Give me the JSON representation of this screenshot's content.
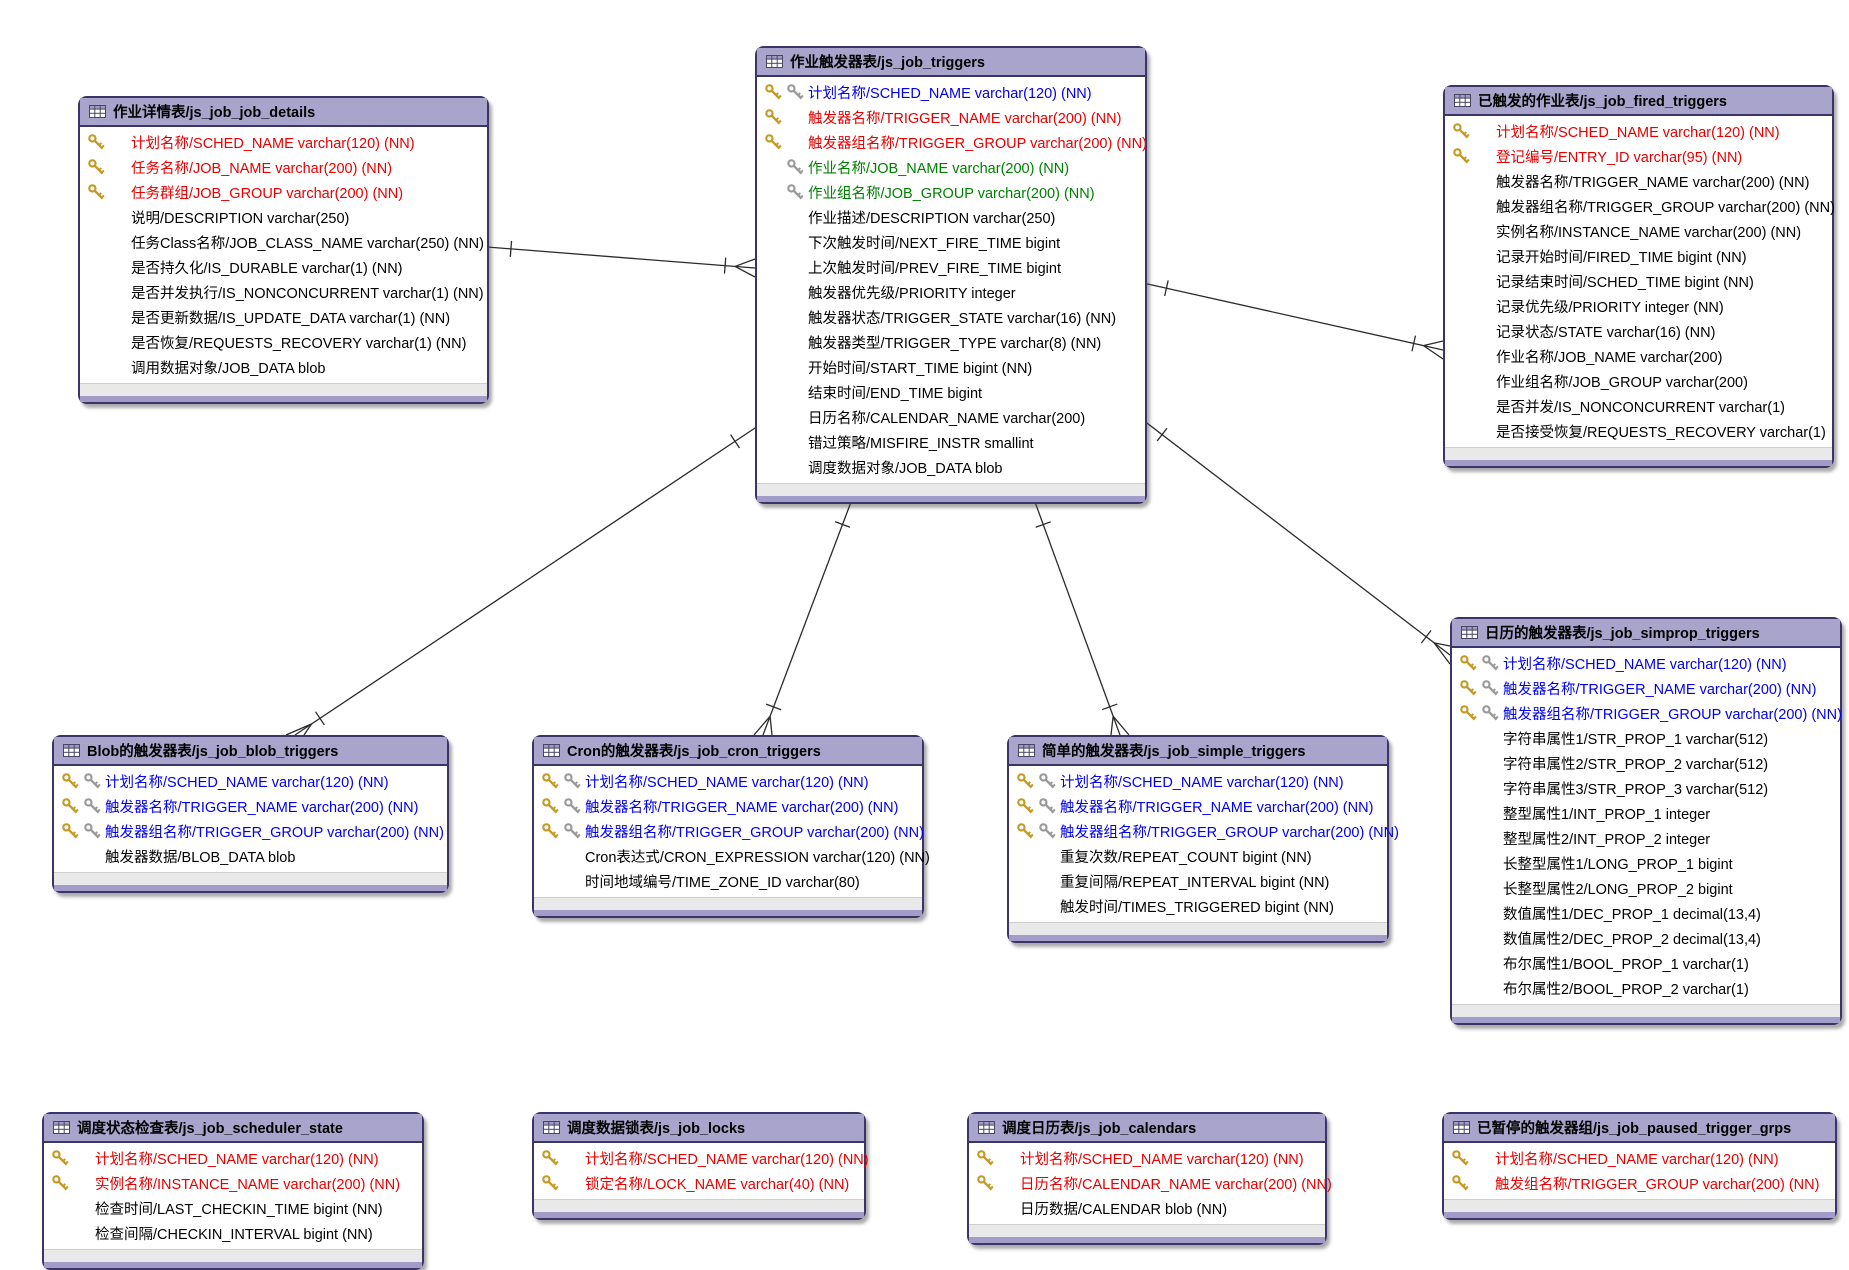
{
  "diagram": {
    "kind": "entity-relationship-diagram",
    "notation": "crows-foot",
    "colors": {
      "background": "#ffffff",
      "table_header_bg": "#a8a4cc",
      "table_border": "#3c3366",
      "table_footer_bg": "#e9e9e9",
      "table_bottom_bar": "#a19dc8",
      "primary_key_text": "#e80000",
      "primary_foreign_key_text": "#0000f0",
      "foreign_key_text": "#008000",
      "column_text": "#000000",
      "gold_key_icon": "#c59a25",
      "gray_key_icon": "#9a9a9a",
      "relationship_line": "#2b2b2b"
    }
  },
  "tables": [
    {
      "title": "作业详情表/js_job_job_details",
      "fields": [
        {
          "text": "计划名称/SCHED_NAME varchar(120) (NN)",
          "color": "red",
          "keys": [
            "gold"
          ]
        },
        {
          "text": "任务名称/JOB_NAME varchar(200) (NN)",
          "color": "red",
          "keys": [
            "gold"
          ]
        },
        {
          "text": "任务群组/JOB_GROUP varchar(200) (NN)",
          "color": "red",
          "keys": [
            "gold"
          ]
        },
        {
          "text": "说明/DESCRIPTION varchar(250)",
          "color": "black",
          "keys": []
        },
        {
          "text": "任务Class名称/JOB_CLASS_NAME varchar(250) (NN)",
          "color": "black",
          "keys": []
        },
        {
          "text": "是否持久化/IS_DURABLE varchar(1) (NN)",
          "color": "black",
          "keys": []
        },
        {
          "text": "是否并发执行/IS_NONCONCURRENT varchar(1) (NN)",
          "color": "black",
          "keys": []
        },
        {
          "text": "是否更新数据/IS_UPDATE_DATA varchar(1) (NN)",
          "color": "black",
          "keys": []
        },
        {
          "text": "是否恢复/REQUESTS_RECOVERY varchar(1) (NN)",
          "color": "black",
          "keys": []
        },
        {
          "text": "调用数据对象/JOB_DATA blob",
          "color": "black",
          "keys": []
        }
      ]
    },
    {
      "title": "作业触发器表/js_job_triggers",
      "fields": [
        {
          "text": "计划名称/SCHED_NAME varchar(120) (NN)",
          "color": "blue",
          "keys": [
            "gold",
            "gray"
          ]
        },
        {
          "text": "触发器名称/TRIGGER_NAME varchar(200) (NN)",
          "color": "red",
          "keys": [
            "gold"
          ]
        },
        {
          "text": "触发器组名称/TRIGGER_GROUP varchar(200) (NN)",
          "color": "red",
          "keys": [
            "gold"
          ]
        },
        {
          "text": "作业名称/JOB_NAME varchar(200) (NN)",
          "color": "green",
          "keys": [
            "",
            "gray"
          ]
        },
        {
          "text": "作业组名称/JOB_GROUP varchar(200) (NN)",
          "color": "green",
          "keys": [
            "",
            "gray"
          ]
        },
        {
          "text": "作业描述/DESCRIPTION varchar(250)",
          "color": "black",
          "keys": []
        },
        {
          "text": "下次触发时间/NEXT_FIRE_TIME bigint",
          "color": "black",
          "keys": []
        },
        {
          "text": "上次触发时间/PREV_FIRE_TIME bigint",
          "color": "black",
          "keys": []
        },
        {
          "text": "触发器优先级/PRIORITY integer",
          "color": "black",
          "keys": []
        },
        {
          "text": "触发器状态/TRIGGER_STATE varchar(16) (NN)",
          "color": "black",
          "keys": []
        },
        {
          "text": "触发器类型/TRIGGER_TYPE varchar(8) (NN)",
          "color": "black",
          "keys": []
        },
        {
          "text": "开始时间/START_TIME bigint (NN)",
          "color": "black",
          "keys": []
        },
        {
          "text": "结束时间/END_TIME bigint",
          "color": "black",
          "keys": []
        },
        {
          "text": "日历名称/CALENDAR_NAME varchar(200)",
          "color": "black",
          "keys": []
        },
        {
          "text": "错过策略/MISFIRE_INSTR smallint",
          "color": "black",
          "keys": []
        },
        {
          "text": "调度数据对象/JOB_DATA blob",
          "color": "black",
          "keys": []
        }
      ]
    },
    {
      "title": "已触发的作业表/js_job_fired_triggers",
      "fields": [
        {
          "text": "计划名称/SCHED_NAME varchar(120) (NN)",
          "color": "red",
          "keys": [
            "gold"
          ]
        },
        {
          "text": "登记编号/ENTRY_ID varchar(95) (NN)",
          "color": "red",
          "keys": [
            "gold"
          ]
        },
        {
          "text": "触发器名称/TRIGGER_NAME varchar(200) (NN)",
          "color": "black",
          "keys": []
        },
        {
          "text": "触发器组名称/TRIGGER_GROUP varchar(200) (NN)",
          "color": "black",
          "keys": []
        },
        {
          "text": "实例名称/INSTANCE_NAME varchar(200) (NN)",
          "color": "black",
          "keys": []
        },
        {
          "text": "记录开始时间/FIRED_TIME bigint (NN)",
          "color": "black",
          "keys": []
        },
        {
          "text": "记录结束时间/SCHED_TIME bigint (NN)",
          "color": "black",
          "keys": []
        },
        {
          "text": "记录优先级/PRIORITY integer (NN)",
          "color": "black",
          "keys": []
        },
        {
          "text": "记录状态/STATE varchar(16) (NN)",
          "color": "black",
          "keys": []
        },
        {
          "text": "作业名称/JOB_NAME varchar(200)",
          "color": "black",
          "keys": []
        },
        {
          "text": "作业组名称/JOB_GROUP varchar(200)",
          "color": "black",
          "keys": []
        },
        {
          "text": "是否并发/IS_NONCONCURRENT varchar(1)",
          "color": "black",
          "keys": []
        },
        {
          "text": "是否接受恢复/REQUESTS_RECOVERY varchar(1)",
          "color": "black",
          "keys": []
        }
      ]
    },
    {
      "title": "日历的触发器表/js_job_simprop_triggers",
      "fields": [
        {
          "text": "计划名称/SCHED_NAME varchar(120) (NN)",
          "color": "blue",
          "keys": [
            "gold",
            "gray"
          ]
        },
        {
          "text": "触发器名称/TRIGGER_NAME varchar(200) (NN)",
          "color": "blue",
          "keys": [
            "gold",
            "gray"
          ]
        },
        {
          "text": "触发器组名称/TRIGGER_GROUP varchar(200) (NN)",
          "color": "blue",
          "keys": [
            "gold",
            "gray"
          ]
        },
        {
          "text": "字符串属性1/STR_PROP_1 varchar(512)",
          "color": "black",
          "keys": []
        },
        {
          "text": "字符串属性2/STR_PROP_2 varchar(512)",
          "color": "black",
          "keys": []
        },
        {
          "text": "字符串属性3/STR_PROP_3 varchar(512)",
          "color": "black",
          "keys": []
        },
        {
          "text": "整型属性1/INT_PROP_1 integer",
          "color": "black",
          "keys": []
        },
        {
          "text": "整型属性2/INT_PROP_2 integer",
          "color": "black",
          "keys": []
        },
        {
          "text": "长整型属性1/LONG_PROP_1 bigint",
          "color": "black",
          "keys": []
        },
        {
          "text": "长整型属性2/LONG_PROP_2 bigint",
          "color": "black",
          "keys": []
        },
        {
          "text": "数值属性1/DEC_PROP_1 decimal(13,4)",
          "color": "black",
          "keys": []
        },
        {
          "text": "数值属性2/DEC_PROP_2 decimal(13,4)",
          "color": "black",
          "keys": []
        },
        {
          "text": "布尔属性1/BOOL_PROP_1 varchar(1)",
          "color": "black",
          "keys": []
        },
        {
          "text": "布尔属性2/BOOL_PROP_2 varchar(1)",
          "color": "black",
          "keys": []
        }
      ]
    },
    {
      "title": "Blob的触发器表/js_job_blob_triggers",
      "fields": [
        {
          "text": "计划名称/SCHED_NAME varchar(120) (NN)",
          "color": "blue",
          "keys": [
            "gold",
            "gray"
          ]
        },
        {
          "text": "触发器名称/TRIGGER_NAME varchar(200) (NN)",
          "color": "blue",
          "keys": [
            "gold",
            "gray"
          ]
        },
        {
          "text": "触发器组名称/TRIGGER_GROUP varchar(200) (NN)",
          "color": "blue",
          "keys": [
            "gold",
            "gray"
          ]
        },
        {
          "text": "触发器数据/BLOB_DATA blob",
          "color": "black",
          "keys": []
        }
      ]
    },
    {
      "title": "Cron的触发器表/js_job_cron_triggers",
      "fields": [
        {
          "text": "计划名称/SCHED_NAME varchar(120) (NN)",
          "color": "blue",
          "keys": [
            "gold",
            "gray"
          ]
        },
        {
          "text": "触发器名称/TRIGGER_NAME varchar(200) (NN)",
          "color": "blue",
          "keys": [
            "gold",
            "gray"
          ]
        },
        {
          "text": "触发器组名称/TRIGGER_GROUP varchar(200) (NN)",
          "color": "blue",
          "keys": [
            "gold",
            "gray"
          ]
        },
        {
          "text": "Cron表达式/CRON_EXPRESSION varchar(120) (NN)",
          "color": "black",
          "keys": []
        },
        {
          "text": "时间地域编号/TIME_ZONE_ID varchar(80)",
          "color": "black",
          "keys": []
        }
      ]
    },
    {
      "title": "简单的触发器表/js_job_simple_triggers",
      "fields": [
        {
          "text": "计划名称/SCHED_NAME varchar(120) (NN)",
          "color": "blue",
          "keys": [
            "gold",
            "gray"
          ]
        },
        {
          "text": "触发器名称/TRIGGER_NAME varchar(200) (NN)",
          "color": "blue",
          "keys": [
            "gold",
            "gray"
          ]
        },
        {
          "text": "触发器组名称/TRIGGER_GROUP varchar(200) (NN)",
          "color": "blue",
          "keys": [
            "gold",
            "gray"
          ]
        },
        {
          "text": "重复次数/REPEAT_COUNT bigint (NN)",
          "color": "black",
          "keys": []
        },
        {
          "text": "重复间隔/REPEAT_INTERVAL bigint (NN)",
          "color": "black",
          "keys": []
        },
        {
          "text": "触发时间/TIMES_TRIGGERED bigint (NN)",
          "color": "black",
          "keys": []
        }
      ]
    },
    {
      "title": "调度状态检查表/js_job_scheduler_state",
      "fields": [
        {
          "text": "计划名称/SCHED_NAME varchar(120) (NN)",
          "color": "red",
          "keys": [
            "gold"
          ]
        },
        {
          "text": "实例名称/INSTANCE_NAME varchar(200) (NN)",
          "color": "red",
          "keys": [
            "gold"
          ]
        },
        {
          "text": "检查时间/LAST_CHECKIN_TIME bigint (NN)",
          "color": "black",
          "keys": []
        },
        {
          "text": "检查间隔/CHECKIN_INTERVAL bigint (NN)",
          "color": "black",
          "keys": []
        }
      ]
    },
    {
      "title": "调度数据锁表/js_job_locks",
      "fields": [
        {
          "text": "计划名称/SCHED_NAME varchar(120) (NN)",
          "color": "red",
          "keys": [
            "gold"
          ]
        },
        {
          "text": "锁定名称/LOCK_NAME varchar(40) (NN)",
          "color": "red",
          "keys": [
            "gold"
          ]
        }
      ]
    },
    {
      "title": "调度日历表/js_job_calendars",
      "fields": [
        {
          "text": "计划名称/SCHED_NAME varchar(120) (NN)",
          "color": "red",
          "keys": [
            "gold"
          ]
        },
        {
          "text": "日历名称/CALENDAR_NAME varchar(200) (NN)",
          "color": "red",
          "keys": [
            "gold"
          ]
        },
        {
          "text": "日历数据/CALENDAR blob (NN)",
          "color": "black",
          "keys": []
        }
      ]
    },
    {
      "title": "已暂停的触发器组/js_job_paused_trigger_grps",
      "fields": [
        {
          "text": "计划名称/SCHED_NAME varchar(120) (NN)",
          "color": "red",
          "keys": [
            "gold"
          ]
        },
        {
          "text": "触发组名称/TRIGGER_GROUP varchar(200) (NN)",
          "color": "red",
          "keys": [
            "gold"
          ]
        }
      ]
    }
  ],
  "relationships": [
    {
      "from": "js_job_job_details",
      "to": "js_job_triggers",
      "from_cardinality": "one",
      "to_cardinality": "many"
    },
    {
      "from": "js_job_triggers",
      "to": "js_job_blob_triggers",
      "from_cardinality": "one",
      "to_cardinality": "many"
    },
    {
      "from": "js_job_triggers",
      "to": "js_job_cron_triggers",
      "from_cardinality": "one",
      "to_cardinality": "many"
    },
    {
      "from": "js_job_triggers",
      "to": "js_job_simple_triggers",
      "from_cardinality": "one",
      "to_cardinality": "many"
    },
    {
      "from": "js_job_triggers",
      "to": "js_job_simprop_triggers",
      "from_cardinality": "one",
      "to_cardinality": "many"
    },
    {
      "from": "js_job_triggers",
      "to": "js_job_fired_triggers",
      "from_cardinality": "one",
      "to_cardinality": "many"
    }
  ]
}
